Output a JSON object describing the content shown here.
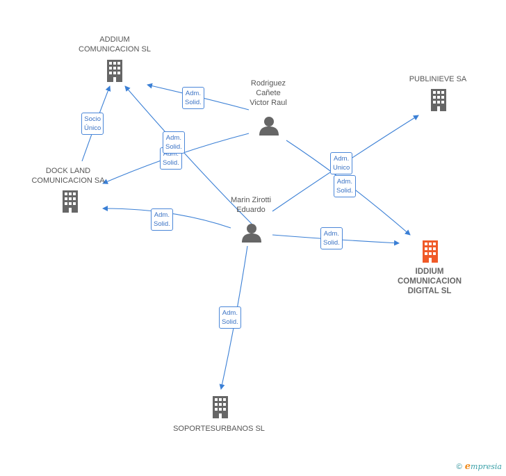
{
  "colors": {
    "edge": "#3a7fd5",
    "company": "#666666",
    "person": "#666666",
    "highlight": "#f05a28"
  },
  "nodes": {
    "addium": {
      "label": "ADDIUM\nCOMUNICACION SL",
      "kind": "company"
    },
    "publinieve": {
      "label": "PUBLINIEVE SA",
      "kind": "company"
    },
    "dockland": {
      "label": "DOCK LAND\nCOMUNICACION SA",
      "kind": "company"
    },
    "iddium": {
      "label": "IDDIUM\nCOMUNICACION\nDIGITAL SL",
      "kind": "company",
      "highlight": true
    },
    "soporte": {
      "label": "SOPORTESURBANOS SL",
      "kind": "company"
    },
    "rodriguez": {
      "label": "Rodriguez\nCañete\nVictor Raul",
      "kind": "person"
    },
    "marin": {
      "label": "Marin Zirotti\nEduardo",
      "kind": "person"
    }
  },
  "edges": {
    "e1": "Adm.\nSolid.",
    "e2": "Socio\nÚnico",
    "e3": "Adm.\nSolid.",
    "e4": "Adm.\nSolid.",
    "e5": "Adm.\nUnico",
    "e6": "Adm.\nSolid.",
    "e7": "Adm.\nSolid.",
    "e8": "Adm.\nSolid.",
    "e9": "Adm.\nSolid."
  },
  "footer": {
    "copyright": "©",
    "brand_initial": "e",
    "brand_rest": "mpresia"
  }
}
